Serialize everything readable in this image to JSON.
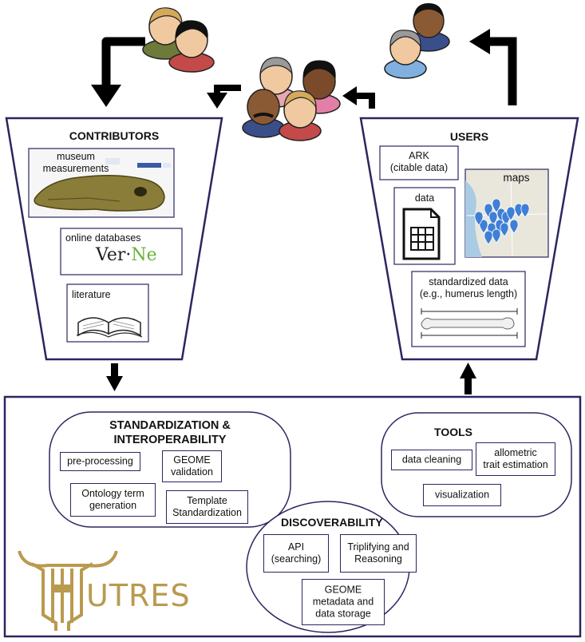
{
  "contributors": {
    "title": "CONTRIBUTORS",
    "museum_label": "museum\nmeasurements",
    "databases_label": "online databases",
    "vertnet_logo": {
      "part1": "Ver",
      "part2": "Ne"
    },
    "literature_label": "literature"
  },
  "users": {
    "title": "USERS",
    "ark_label": "ARK\n(citable data)",
    "data_label": "data",
    "maps_label": "maps",
    "standardized_label": "standardized data\n(e.g., humerus length)"
  },
  "standardization": {
    "title": "STANDARDIZATION &\nINTEROPERABILITY",
    "preprocessing": "pre-processing",
    "geome_validation": "GEOME\nvalidation",
    "ontology": "Ontology term\ngeneration",
    "template": "Template\nStandardization"
  },
  "tools": {
    "title": "TOOLS",
    "data_cleaning": "data cleaning",
    "allometric": "allometric\ntrait estimation",
    "visualization": "visualization"
  },
  "discoverability": {
    "title": "DISCOVERABILITY",
    "api": "API\n(searching)",
    "triplifying": "Triplifying and\nReasoning",
    "geome_storage": "GEOME\nmetadata and\ndata storage"
  },
  "logo": {
    "text": "UTRES"
  },
  "colors": {
    "outline": "#2b2660",
    "arrow": "#000000",
    "logo_gold": "#b99a4e",
    "vertnet_green": "#6bb13a",
    "map_pin": "#3f7fd6"
  },
  "icons": [
    "people-group-icon",
    "spreadsheet-icon",
    "book-icon",
    "skull-icon",
    "bone-icon",
    "map-icon",
    "bull-skull-logo-icon"
  ]
}
